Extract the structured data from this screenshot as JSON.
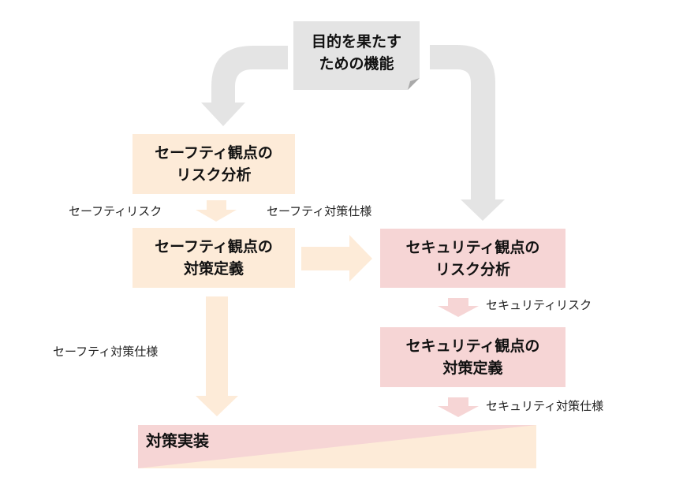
{
  "diagram": {
    "source": {
      "line1": "目的を果たす",
      "line2": "ための機能"
    },
    "safety_risk_analysis": {
      "text": "セーフティ観点の\nリスク分析"
    },
    "safety_countermeasure": {
      "text": "セーフティ観点の\n対策定義"
    },
    "security_risk_analysis": {
      "text": "セキュリティ観点の\nリスク分析"
    },
    "security_countermeasure": {
      "text": "セキュリティ観点の\n対策定義"
    },
    "implementation": {
      "text": "対策実装"
    },
    "labels": {
      "safety_risk": "セーフティリスク",
      "safety_spec_top": "セーフティ対策仕様",
      "safety_spec_left": "セーフティ対策仕様",
      "security_risk": "セキュリティリスク",
      "security_spec": "セキュリティ対策仕様"
    },
    "colors": {
      "safety": "#fdebd8",
      "security": "#f6d5d5",
      "source": "#e4e4e4",
      "gray_arrow": "#e4e4e4"
    }
  }
}
